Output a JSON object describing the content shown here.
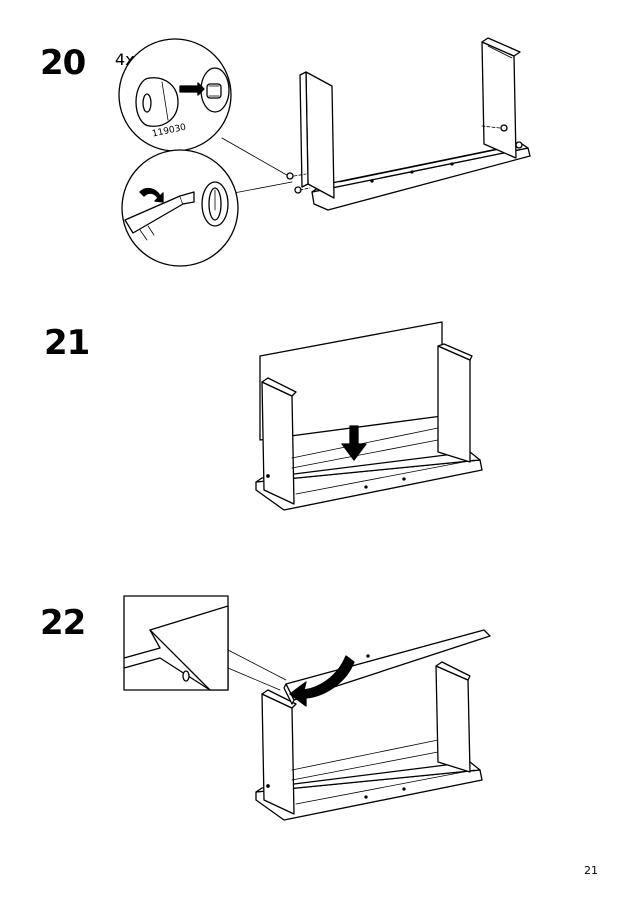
{
  "steps": [
    {
      "number": "20",
      "quantity": "4x",
      "part_code": "119030"
    },
    {
      "number": "21"
    },
    {
      "number": "22"
    }
  ],
  "page_number": "21"
}
